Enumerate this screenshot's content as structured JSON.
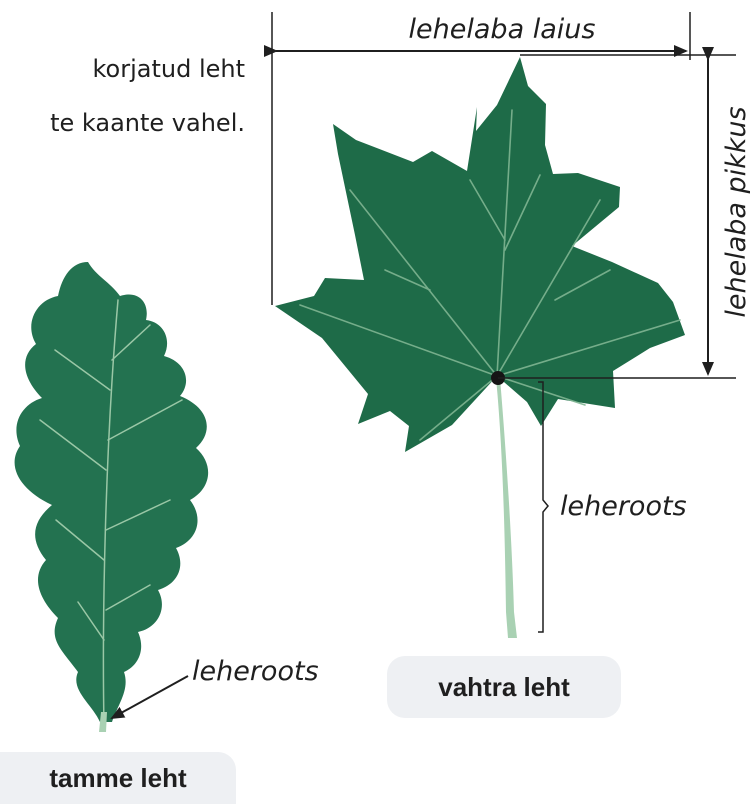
{
  "intro_text": {
    "line1": "korjatud leht",
    "line2": "te kaante vahel."
  },
  "labels": {
    "blade_width": "lehelaba laius",
    "blade_length": "lehelaba pikkus",
    "maple_petiole": "leheroots",
    "oak_petiole": "leheroots"
  },
  "captions": {
    "maple": "vahtra leht",
    "oak": "tamme leht"
  },
  "colors": {
    "leaf": "#1e6b48",
    "leaf_dark": "#17573a",
    "vein": "#8fbf9f",
    "stem": "#9cc9a8",
    "caption_bg": "#eef0f3",
    "line": "#1f1f1f"
  }
}
